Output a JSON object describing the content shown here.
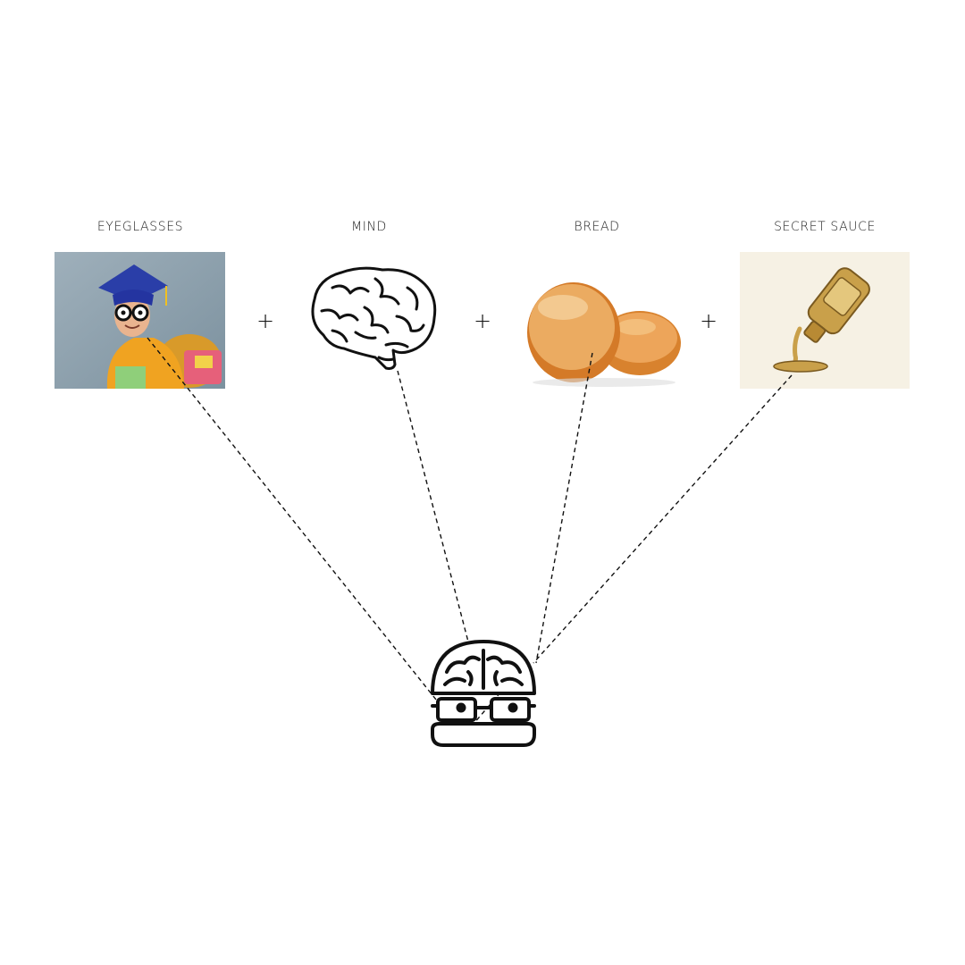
{
  "ingredients": [
    {
      "label": "EYEGLASSES",
      "icon": "graduate-kid-photo"
    },
    {
      "label": "MIND",
      "icon": "brain-icon"
    },
    {
      "label": "BREAD",
      "icon": "bread-buns-photo"
    },
    {
      "label": "SECRET SAUCE",
      "icon": "sauce-bottle-icon"
    }
  ],
  "operator": "+",
  "result": {
    "icon": "brain-burger-icon"
  },
  "colors": {
    "line": "#111111",
    "photo_background": "#8fa3b0",
    "sauce_background": "#f6f1e4",
    "sauce": "#c9a04a",
    "bun": "#e8a85a"
  }
}
